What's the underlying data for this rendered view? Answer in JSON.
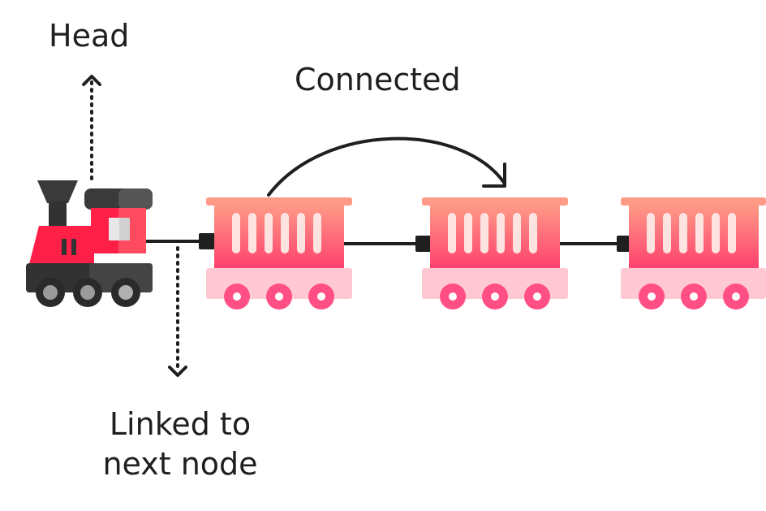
{
  "labels": {
    "head": "Head",
    "connected": "Connected",
    "linked_line1": "Linked to",
    "linked_line2": "next node"
  },
  "colors": {
    "engine_red": "#ff1f47",
    "engine_dark": "#323232",
    "wheel_grey": "#9a9a9a",
    "wagon_top": "#ff9a86",
    "wagon_bottom": "#ff3f6e",
    "wagon_base": "#ffc8d2",
    "wheel_pink": "#ff4f84",
    "line": "#1f1f1f"
  },
  "diagram": {
    "nodes": [
      "engine",
      "wagon-1",
      "wagon-2",
      "wagon-3"
    ],
    "edges": [
      {
        "from": "engine",
        "to": "wagon-1"
      },
      {
        "from": "wagon-1",
        "to": "wagon-2"
      },
      {
        "from": "wagon-2",
        "to": "wagon-3"
      }
    ]
  }
}
